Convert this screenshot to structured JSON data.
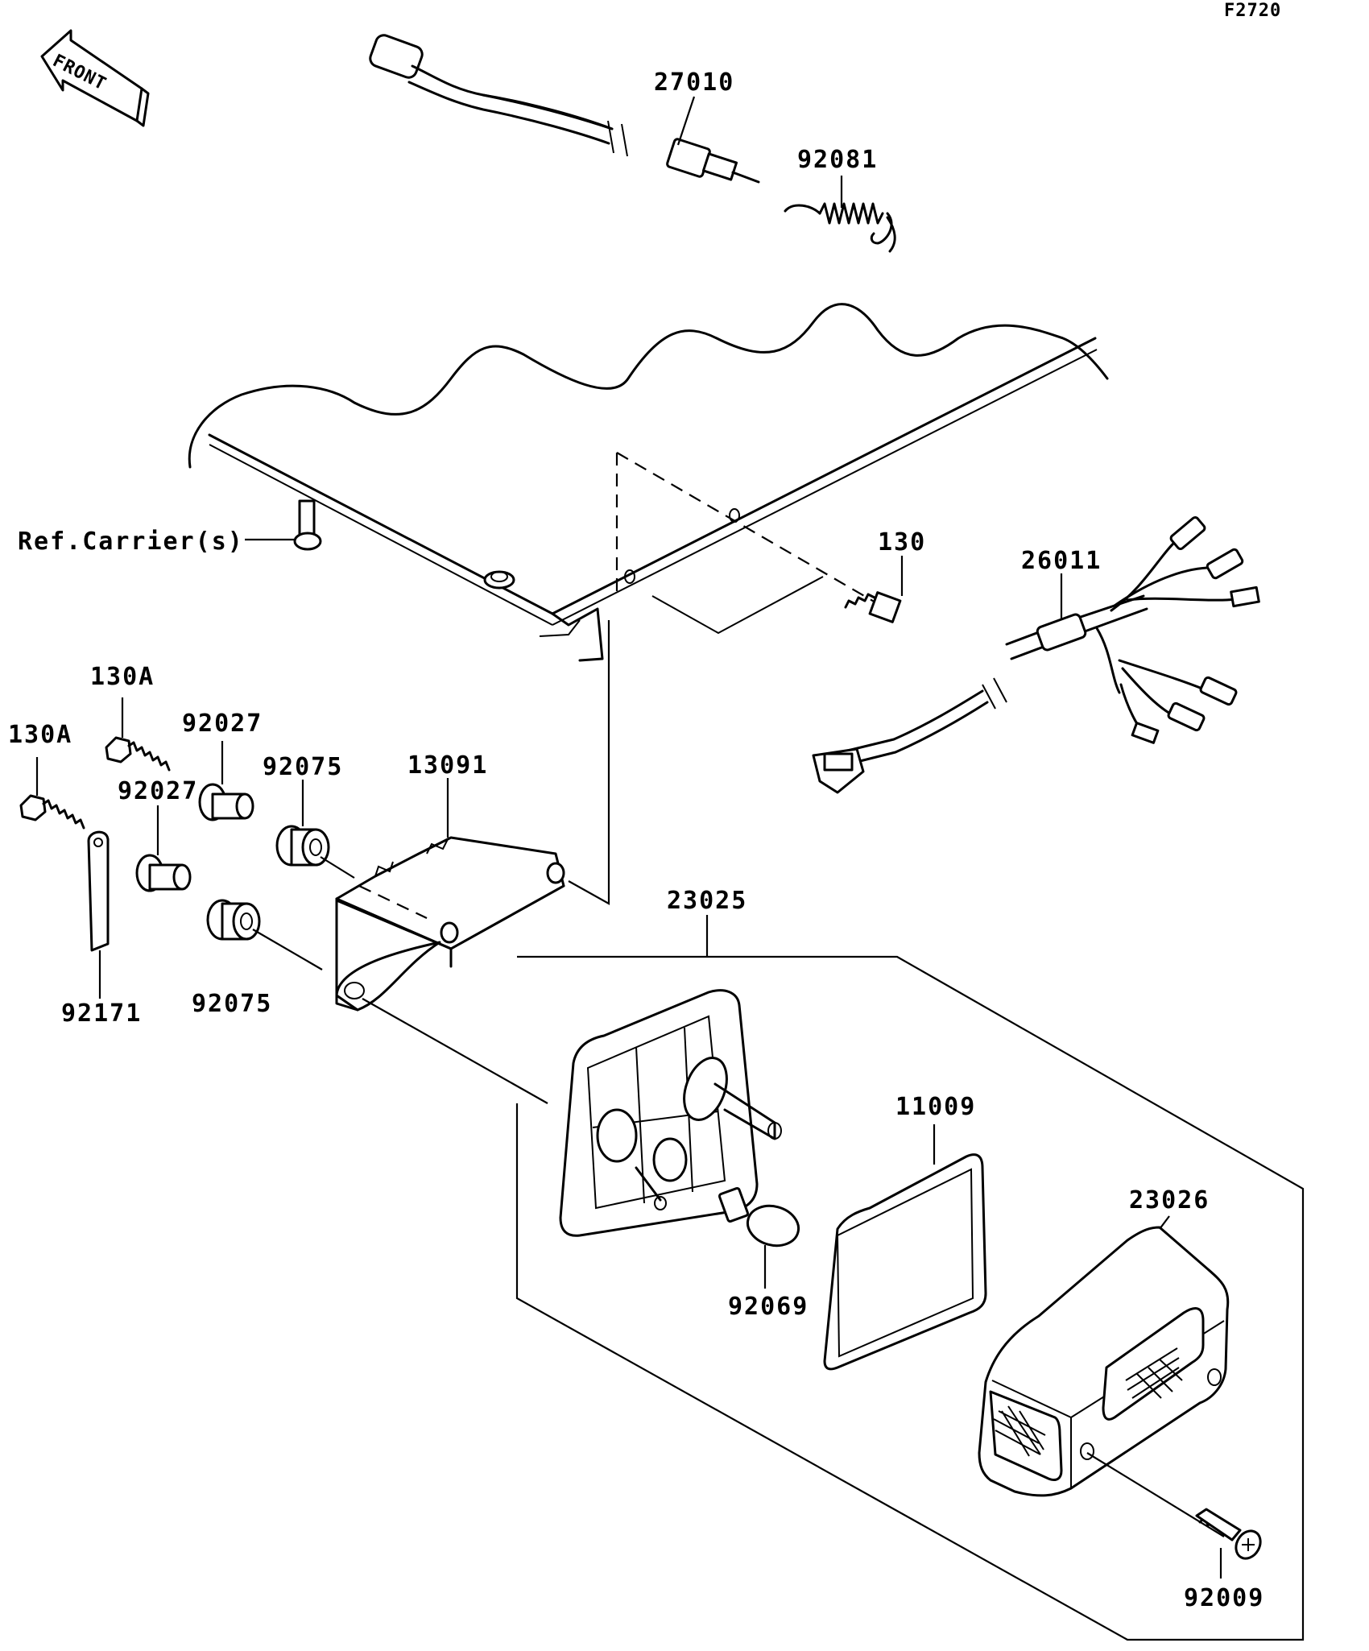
{
  "figure_code": "F2720",
  "front_marker": "FRONT",
  "ref_label": "Ref.Carrier(s)",
  "parts": {
    "p27010": "27010",
    "p92081": "92081",
    "p130": "130",
    "p26011": "26011",
    "p130A_a": "130A",
    "p130A_b": "130A",
    "p92027_a": "92027",
    "p92027_b": "92027",
    "p92075_a": "92075",
    "p92075_b": "92075",
    "p13091": "13091",
    "p92171": "92171",
    "p23025": "23025",
    "p11009": "11009",
    "p23026": "23026",
    "p92069": "92069",
    "p92009": "92009"
  }
}
